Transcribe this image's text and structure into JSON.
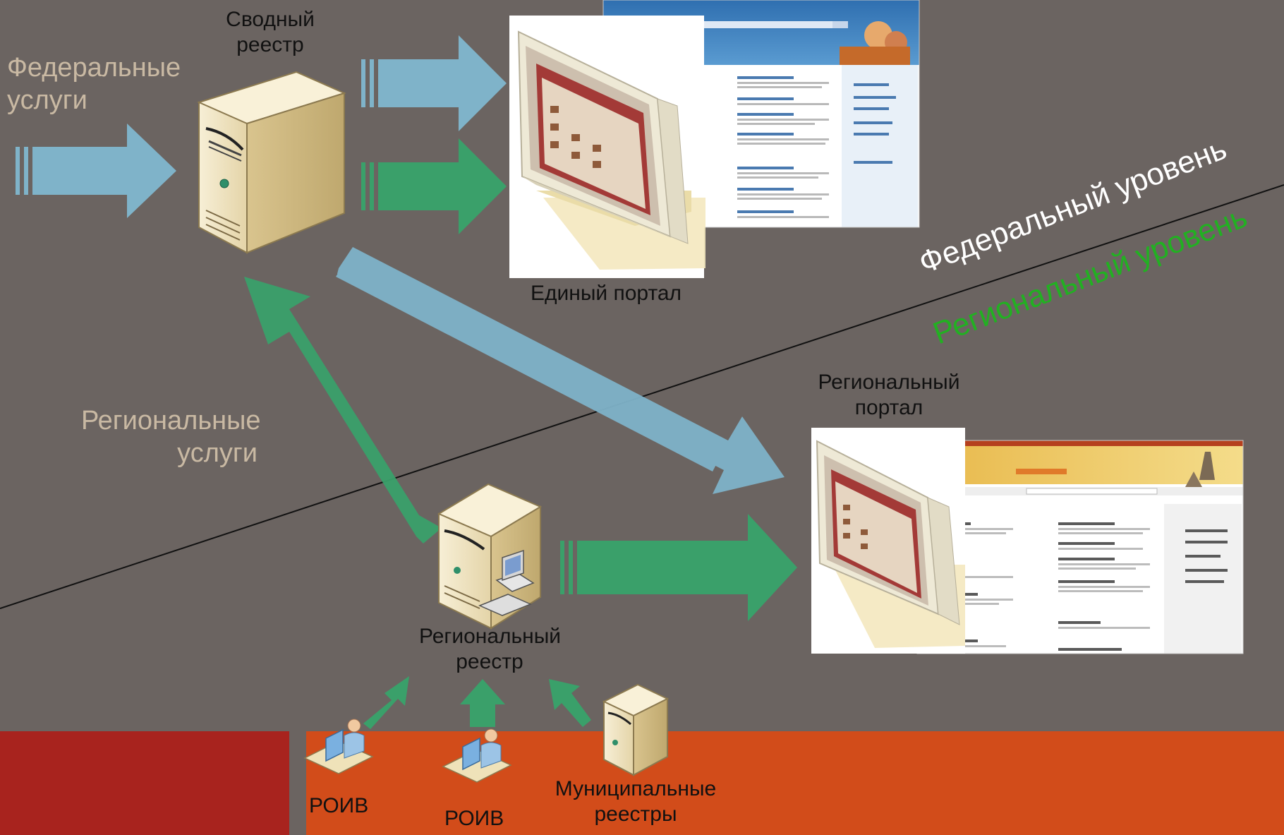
{
  "labels": {
    "svodny_reestr": [
      "Сводный",
      "реестр"
    ],
    "federal_services": [
      "Федеральные",
      "услуги"
    ],
    "regional_services": [
      "Региональные",
      "услуги"
    ],
    "edinyi_portal": "Единый портал",
    "regional_portal": [
      "Региональный",
      "портал"
    ],
    "regional_reestr": [
      "Региональный",
      "реестр"
    ],
    "federal_level": "Федеральный уровень",
    "regional_level": "Региональный уровень",
    "roiv_1": "РОИВ",
    "roiv_2": "РОИВ",
    "municipal_registries": [
      "Муниципальные",
      "реестры"
    ]
  },
  "colors": {
    "background": "#6b6461",
    "blue_arrow": "#7fb3c9",
    "green_arrow": "#3aa06a",
    "regional_level_text": "#22b022",
    "bottom_bar_dark": "#a8231e",
    "bottom_bar_orange": "#d24c1a",
    "server_body": "#efe3c0"
  },
  "icons": {
    "svodny_server": "server-icon",
    "regional_server": "server-icon",
    "municipal_server": "server-icon",
    "monitor_federal": "monitor-icon",
    "monitor_regional": "monitor-icon",
    "roiv_workstations": "workstation-user-icon"
  }
}
